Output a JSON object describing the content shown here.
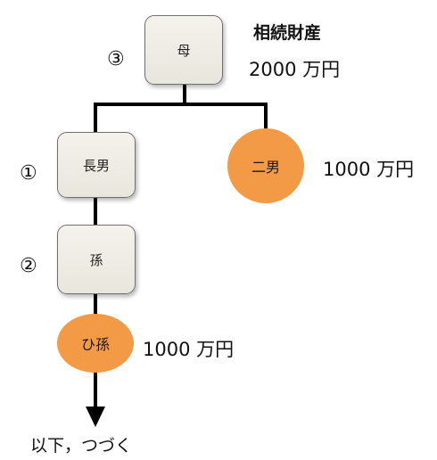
{
  "colors": {
    "box_fill": "#efece5",
    "heir_fill": "#f39a46",
    "line": "#000000"
  },
  "nodes": {
    "mother": "母",
    "eldest_son": "長男",
    "grandchild": "孫",
    "second_son": "二男",
    "great_grandchild": "ひ孫"
  },
  "markers": {
    "eldest_son": "①",
    "grandchild": "②",
    "mother": "③"
  },
  "estate": {
    "title": "相続財産",
    "amount": "2000 万円"
  },
  "shares": {
    "second_son": "1000 万円",
    "great_grandchild": "1000 万円"
  },
  "continuation": "以下，つづく"
}
